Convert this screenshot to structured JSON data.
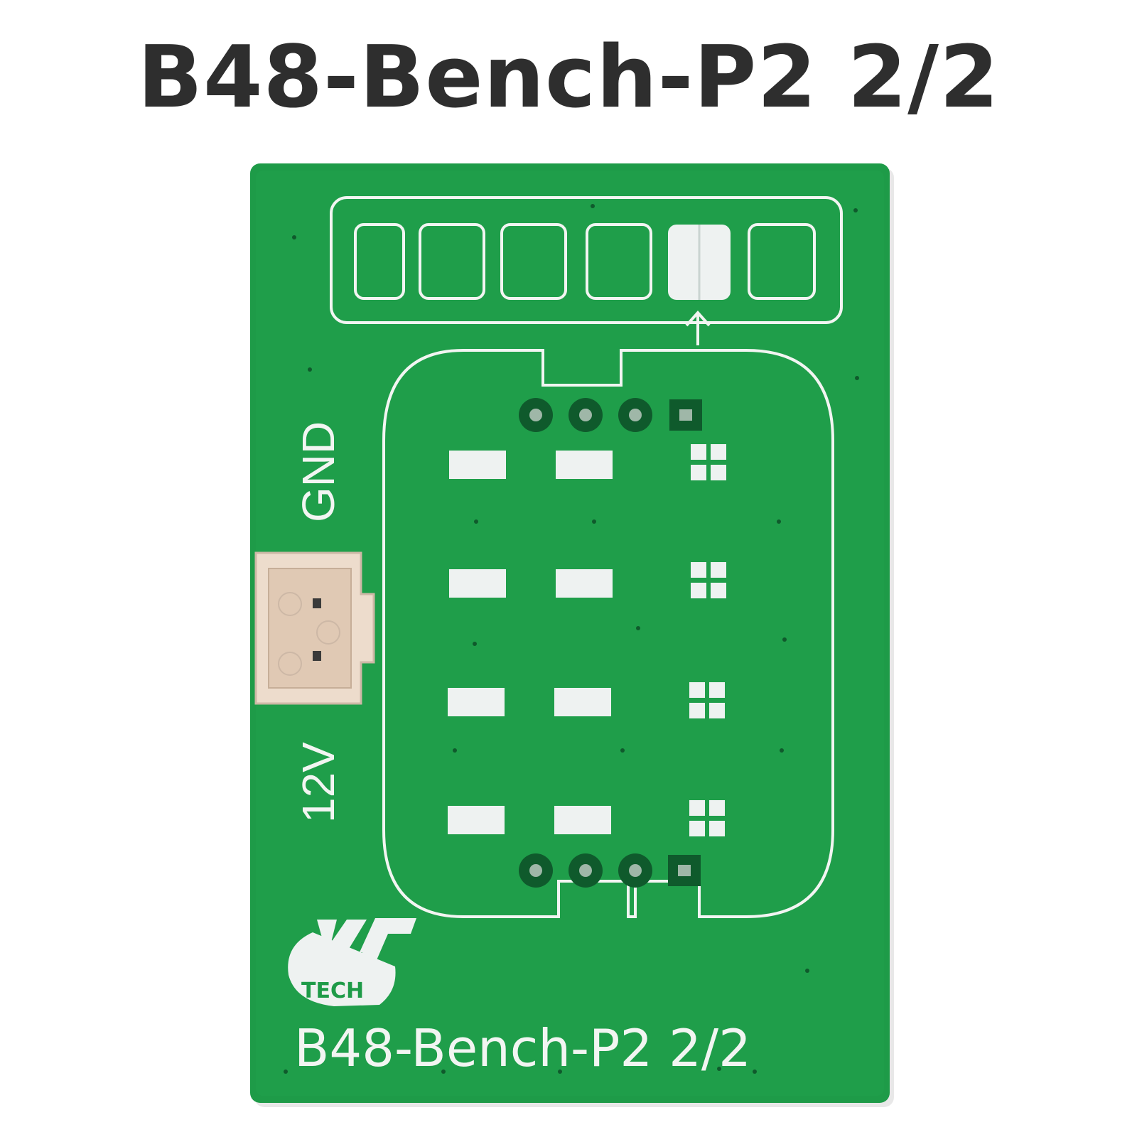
{
  "title": "B48-Bench-P2 2/2",
  "board": {
    "label_gnd": "GND",
    "label_12v": "12V",
    "label_bottom": "B48-Bench-P2 2/2",
    "logo_text": "TECH",
    "pcb_color": "#1e9b48",
    "pcb_edge_color": "#2aa856",
    "silkscreen_color": "#f2f5f2",
    "connector_color": "#eddccc"
  }
}
